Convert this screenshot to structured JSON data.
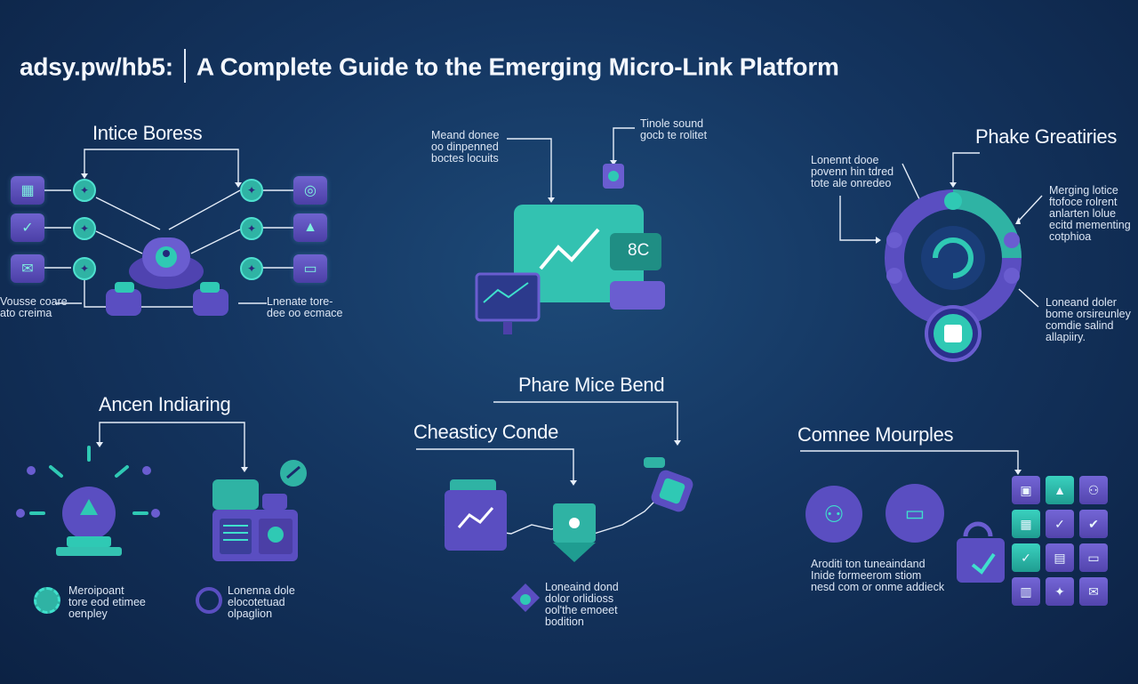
{
  "title": {
    "url": "adsy.pw/hb5:",
    "text": "A Complete Guide to the Emerging Micro-Link Platform"
  },
  "sections": {
    "s1": {
      "heading": "Intice Boress",
      "note_left": "Vousse coare\nato creima",
      "note_right": "Lnenate tore-\ndee oo ecmace"
    },
    "s2": {
      "note_left": "Meand donee\noo dinpenned\nboctes locuits",
      "note_right": "Tinole sound\ngocb te rolitet",
      "badge": "8C"
    },
    "s3": {
      "heading": "Phake Greatiries",
      "note_a": "Lonennt dooe\npovenn hin tdred\ntote ale onredeo",
      "note_b": "Merging lotice\nftofoce rolrent\nanlarten lolue\necitd mementing\ncotphioa",
      "note_c": "Loneand doler\nbome orsireunley\ncomdie salind\nallapiiry."
    },
    "s4": {
      "heading": "Ancen Indiaring",
      "note_left": "Meroipoant\ntore eod etimee\noenpley",
      "note_right": "Lonenna dole\nelocotetuad\nolpaglion"
    },
    "s5": {
      "heading_top": "Phare Mice Bend",
      "heading": "Cheasticy Conde",
      "note": "Loneaind dond\ndolor orlidioss\nool'the emoeet\nbodition"
    },
    "s6": {
      "heading": "Comnee Mourples",
      "note": "Aroditi ton tuneaindand\nInide formeerom stiom\nnesd com or onme addieck"
    }
  },
  "icons": [
    "gallery-icon",
    "check-icon",
    "mail-icon",
    "target-icon",
    "chart-icon",
    "window-icon",
    "user-icon",
    "sync-icon",
    "monitor-icon",
    "chart-line-icon",
    "lightbulb-icon",
    "edit-icon",
    "gear-icon",
    "cube-icon"
  ],
  "colors": {
    "background": "#143560",
    "teal": "#2fb3a4",
    "purple": "#5b4fc0",
    "line": "#e6eef9"
  }
}
